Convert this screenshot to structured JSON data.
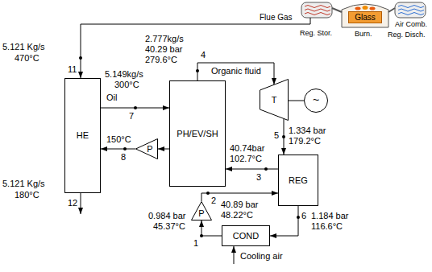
{
  "diagram": {
    "nodes": [
      {
        "text": [
          "Glass"
        ]
      },
      {
        "text": [
          "HE"
        ]
      },
      {
        "text": [
          "PH/EV/SH"
        ]
      },
      {
        "text": [
          "T"
        ]
      },
      {
        "text": [
          "~"
        ]
      },
      {
        "text": [
          "P"
        ]
      },
      {
        "text": [
          "REG"
        ]
      },
      {
        "text": [
          "P"
        ]
      },
      {
        "text": [
          "COND"
        ]
      }
    ],
    "edges": [
      {
        "from": 1,
        "to": 2,
        "arrow": "to"
      },
      {
        "from": 2,
        "to": 5,
        "arrow": "to"
      },
      {
        "from": 5,
        "to": 1,
        "arrow": "to"
      },
      {
        "from": 2,
        "to": 3,
        "arrow": "to"
      },
      {
        "from": 3,
        "to": 4,
        "arrow": "none"
      },
      {
        "from": 3,
        "to": 6,
        "arrow": "to"
      },
      {
        "from": 6,
        "to": 8,
        "arrow": "to"
      },
      {
        "from": 8,
        "to": 7,
        "arrow": "to"
      },
      {
        "from": 7,
        "to": 6,
        "arrow": "to"
      },
      {
        "from": 6,
        "to": 2,
        "arrow": "to"
      }
    ],
    "labels": [
      "Flue Gas",
      "Reg. Stor.",
      "Burn.",
      "Air Comb.",
      "Reg. Disch.",
      "5.121 Kg/s",
      "470°C",
      "11",
      "2.777kg/s",
      "40.29 bar",
      "279.6°C",
      "4",
      "Organic fluid",
      "5.149kg/s",
      "300°C",
      "Oil",
      "7",
      "150°C",
      "8",
      "5",
      "1.334 bar",
      "179.2°C",
      "40.74bar",
      "102.7°C",
      "3",
      "2",
      "40.89 bar",
      "48.22°C",
      "6",
      "1.184 bar",
      "116.6°C",
      "0.984 bar",
      "45.37°C",
      "1",
      "5.121 Kg/s",
      "180°C",
      "12",
      "Cooling air"
    ]
  }
}
